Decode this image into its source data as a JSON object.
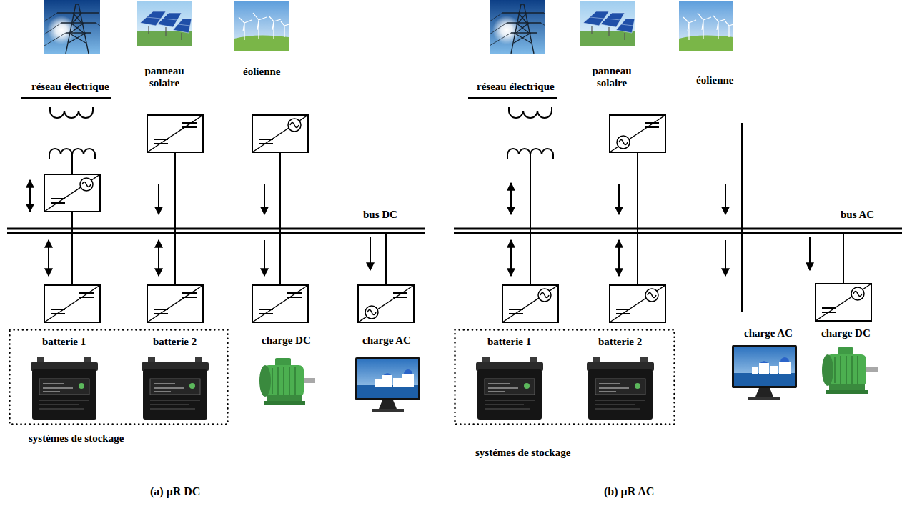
{
  "diagram": {
    "nodes": [
      {
        "text": [
          "systémes de stockage"
        ]
      },
      {
        "text": [
          "batterie 1"
        ],
        "in": 0
      },
      {
        "text": [
          "batterie 2"
        ],
        "in": 0
      },
      {
        "text": [
          "systémes de stockage"
        ]
      },
      {
        "text": [
          "batterie 1"
        ],
        "in": 3
      },
      {
        "text": [
          "batterie 2"
        ],
        "in": 3
      }
    ],
    "labels": [
      "réseau électrique",
      "panneau solaire",
      "éolienne",
      "bus DC",
      "charge DC",
      "charge AC",
      "(a) μR DC",
      "réseau électrique",
      "panneau solaire",
      "éolienne",
      "bus AC",
      "charge AC",
      "charge DC",
      "(b) μR AC"
    ]
  }
}
